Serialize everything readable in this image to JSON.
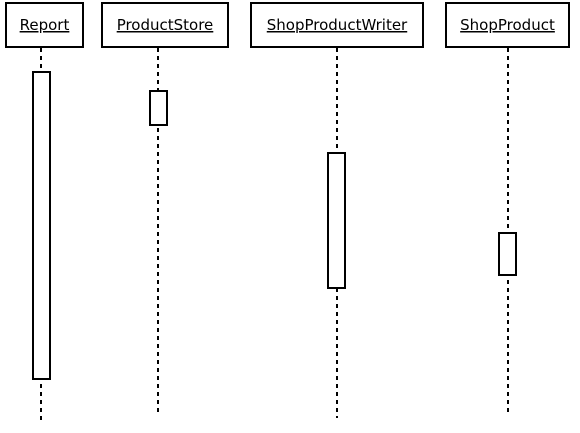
{
  "diagram": {
    "type": "sequence-diagram",
    "participants": [
      {
        "id": "report",
        "label": "Report"
      },
      {
        "id": "productstore",
        "label": "ProductStore"
      },
      {
        "id": "shopproductwriter",
        "label": "ShopProductWriter"
      },
      {
        "id": "shopproduct",
        "label": "ShopProduct"
      }
    ],
    "activations": [
      {
        "participant": "report",
        "order": 1
      },
      {
        "participant": "productstore",
        "order": 2
      },
      {
        "participant": "shopproductwriter",
        "order": 3
      },
      {
        "participant": "shopproduct",
        "order": 4
      }
    ]
  }
}
